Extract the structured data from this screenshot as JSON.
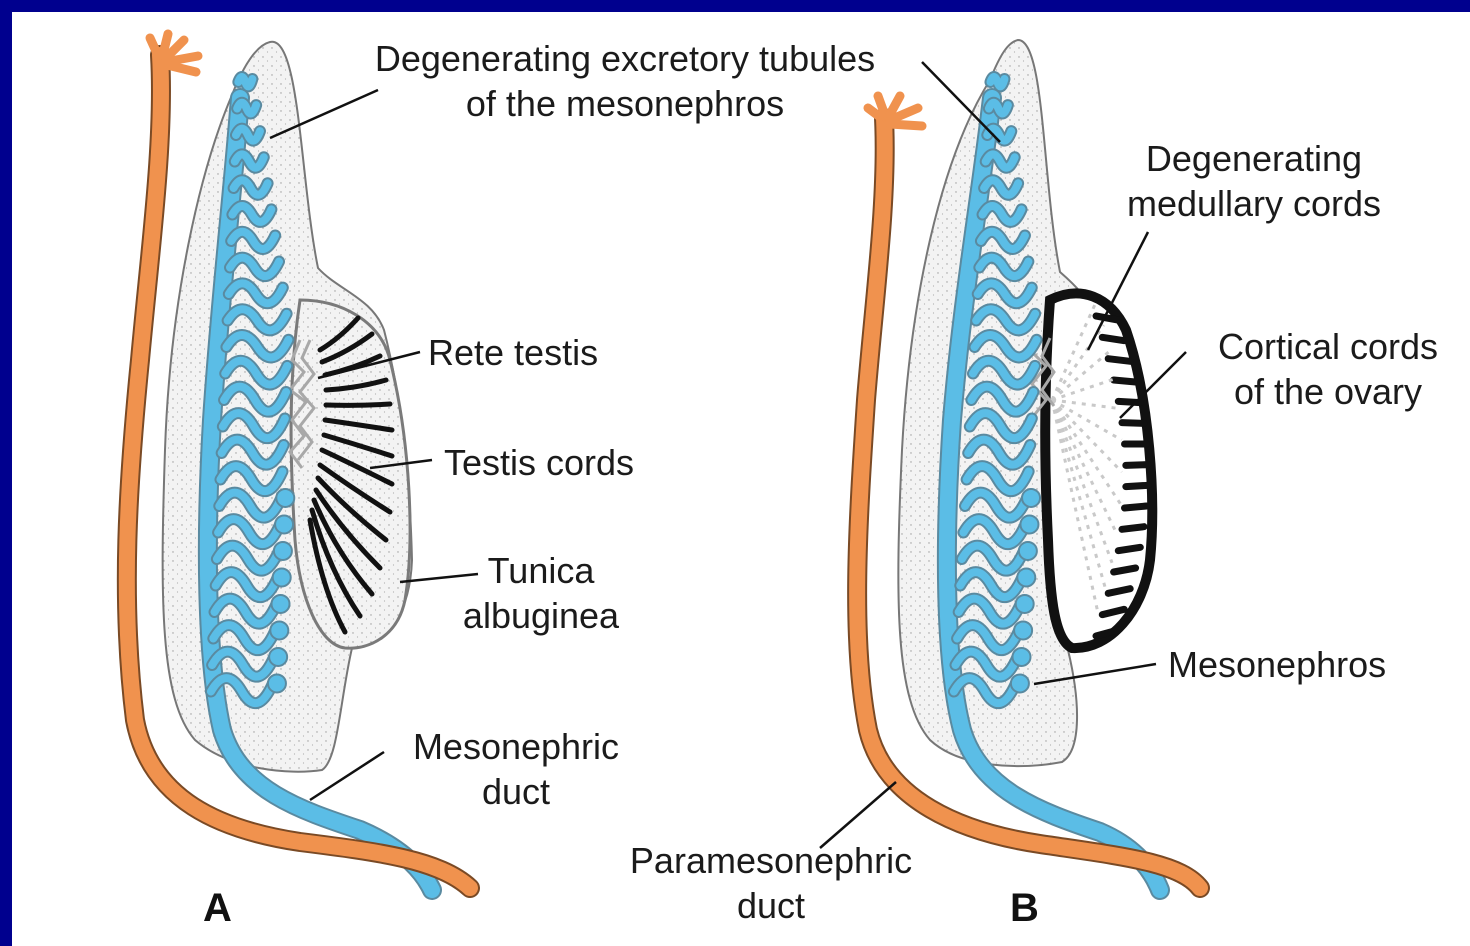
{
  "colors": {
    "background": "#00008e",
    "paramesonephric_duct": "#f0924e",
    "mesonephric_duct": "#58bce4",
    "mesonephros_tissue": "#f1f1f1",
    "cords": "#111111"
  },
  "labels": {
    "excretory_tubules": [
      "Degenerating excretory tubules",
      "of the mesonephros"
    ],
    "rete_testis": "Rete testis",
    "testis_cords": "Testis cords",
    "tunica_albuginea": [
      "Tunica",
      "albuginea"
    ],
    "mesonephric_duct": [
      "Mesonephric",
      "duct"
    ],
    "medullary_cords": [
      "Degenerating",
      "medullary cords"
    ],
    "cortical_cords": [
      "Cortical cords",
      "of the ovary"
    ],
    "mesonephros": "Mesonephros",
    "paramesonephric_duct": [
      "Paramesonephric",
      "duct"
    ]
  },
  "panels": {
    "a": "A",
    "b": "B"
  }
}
